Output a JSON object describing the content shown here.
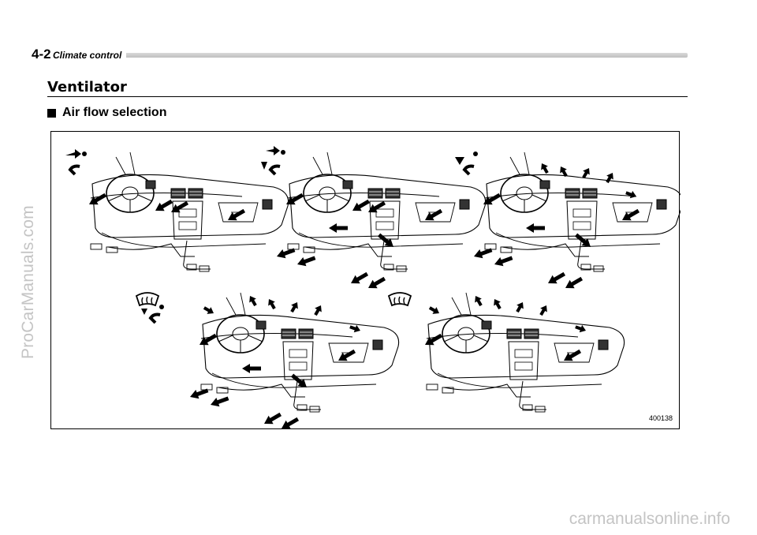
{
  "header": {
    "page_number": "4-2",
    "section_name": "Climate control"
  },
  "title": "Ventilator",
  "subheading": "Air flow selection",
  "figure": {
    "id_label": "400138",
    "panels": [
      {
        "mode": "vent",
        "icon": "face-vent-icon"
      },
      {
        "mode": "bi-level",
        "icon": "bi-level-vent-icon"
      },
      {
        "mode": "heat",
        "icon": "foot-vent-icon"
      },
      {
        "mode": "defrost-heat",
        "icon": "defrost-foot-icon"
      },
      {
        "mode": "defrost",
        "icon": "windshield-defrost-icon"
      }
    ]
  },
  "watermarks": {
    "left": "ProCarManuals.com",
    "bottom": "carmanualsonline.info"
  }
}
